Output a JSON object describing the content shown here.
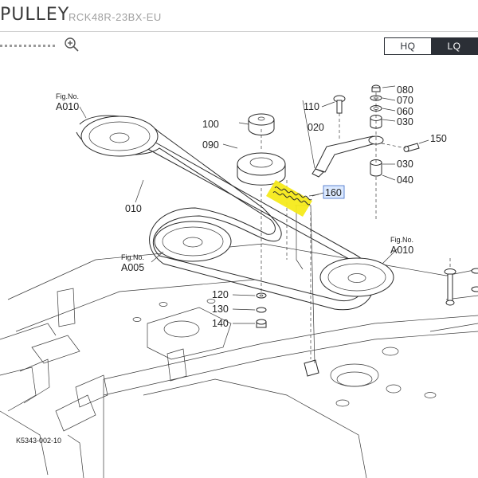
{
  "header": {
    "title": "PULLEY",
    "model": "RCK48R-23BX-EU"
  },
  "toolbar": {
    "quality_options": [
      "HQ",
      "LQ"
    ],
    "quality_selected": "LQ"
  },
  "diagram": {
    "highlight_color": "#f5ea1a",
    "selected_part": "160",
    "part_labels": {
      "p010": "010",
      "p020": "020",
      "p030a": "030",
      "p030b": "030",
      "p040": "040",
      "p060": "060",
      "p070": "070",
      "p080": "080",
      "p090": "090",
      "p100": "100",
      "p110": "110",
      "p120": "120",
      "p130": "130",
      "p140": "140",
      "p150": "150",
      "p160": "160"
    },
    "fig_refs": {
      "fig_a010_left": {
        "caption": "Fig.No.",
        "value": "A010"
      },
      "fig_a005": {
        "caption": "Fig.No.",
        "value": "A005"
      },
      "fig_a010_right": {
        "caption": "Fig.No.",
        "value": "A010"
      }
    },
    "drawing_code": "K5343-002-10"
  }
}
